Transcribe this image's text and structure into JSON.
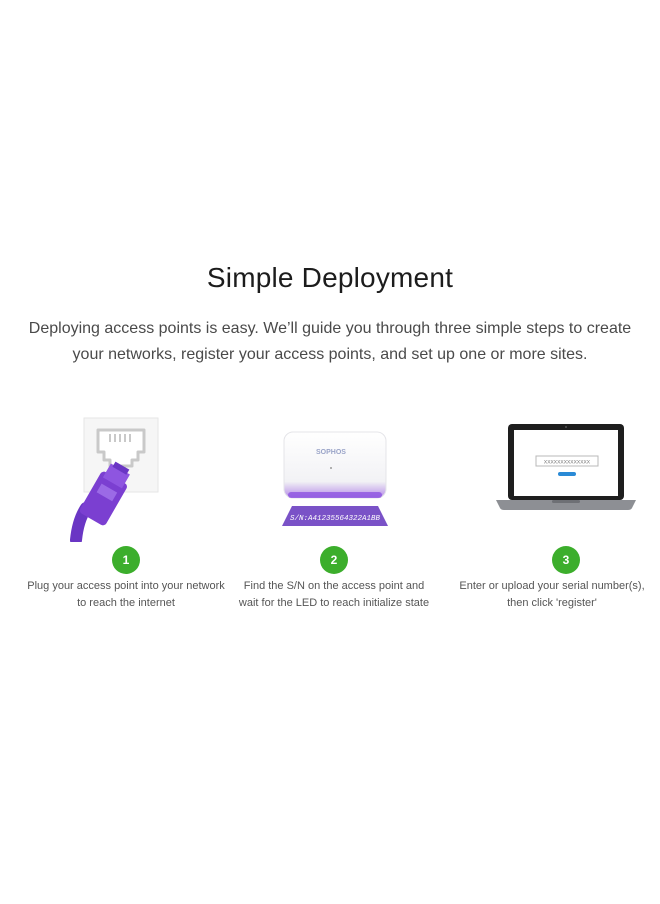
{
  "section": {
    "title": "Simple Deployment",
    "intro_line1": "Deploying access points is easy. We’ll guide you through three simple steps to create",
    "intro_line2": "your networks, register your access points, and set up one or more sites."
  },
  "steps": [
    {
      "number": "1",
      "caption_line1": "Plug your access point into your network",
      "caption_line2": "to reach the internet",
      "icon": "ethernet-cable-icon"
    },
    {
      "number": "2",
      "caption_line1": "Find the S/N on the access point and",
      "caption_line2": "wait for the LED to reach initialize state",
      "icon": "access-point-device-icon",
      "device_brand": "SOPHOS",
      "serial_label": "S/N:A41235564322A1BB"
    },
    {
      "number": "3",
      "caption_line1": "Enter or upload your serial number(s),",
      "caption_line2": "then click 'register'",
      "icon": "laptop-icon",
      "serial_placeholder": "XXXXXXXXXXXXXX"
    }
  ],
  "colors": {
    "badge_green": "#3cae2c",
    "cable_purple": "#7b3fd1",
    "device_glow": "#8a4fe0",
    "serial_band": "#7a52c7"
  }
}
